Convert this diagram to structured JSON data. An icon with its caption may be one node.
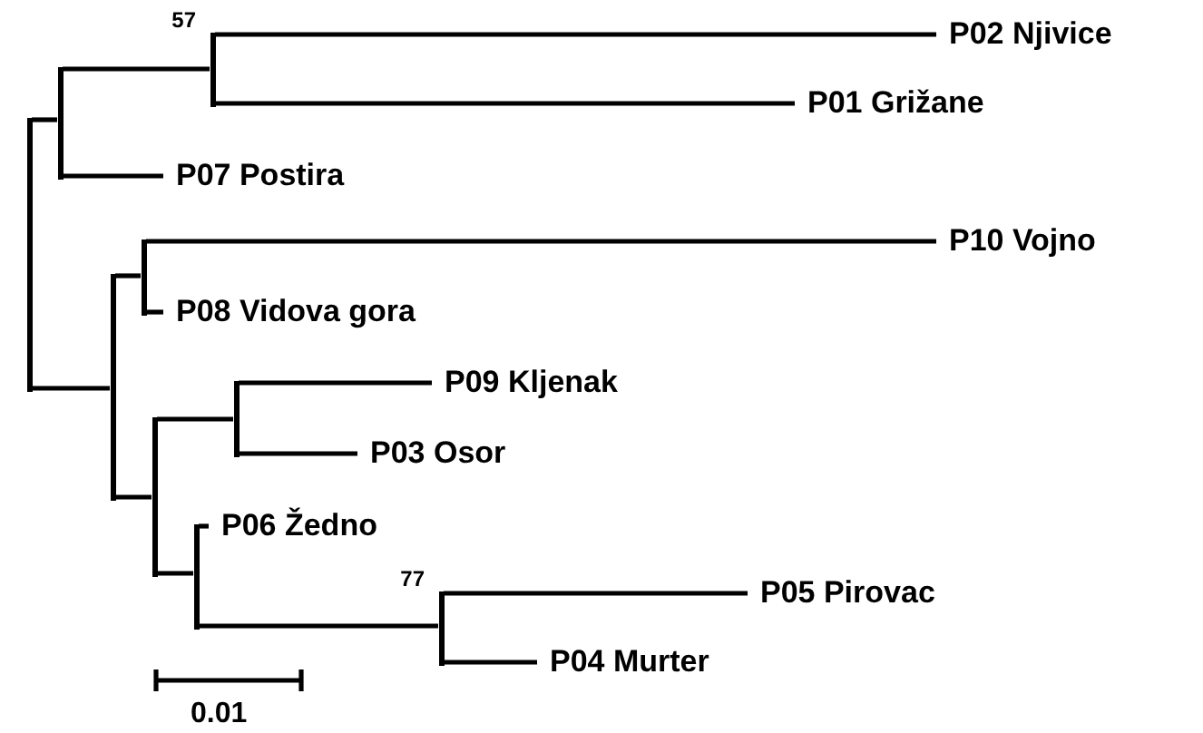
{
  "diagram": {
    "nodes": [
      {
        "text": [],
        "shape": "bar"
      },
      {
        "text": [],
        "shape": "bar"
      },
      {
        "text": [],
        "shape": "bar",
        "beside": [
          "57"
        ]
      },
      {
        "text": [
          "P02 Njivice"
        ]
      },
      {
        "text": [
          "P01 Grižane"
        ]
      },
      {
        "text": [
          "P07 Postira"
        ]
      },
      {
        "text": [],
        "shape": "bar"
      },
      {
        "text": [],
        "shape": "bar"
      },
      {
        "text": [
          "P10 Vojno"
        ]
      },
      {
        "text": [
          "P08 Vidova gora"
        ]
      },
      {
        "text": [],
        "shape": "bar"
      },
      {
        "text": [],
        "shape": "bar"
      },
      {
        "text": [
          "P09 Kljenak"
        ]
      },
      {
        "text": [
          "P03 Osor"
        ]
      },
      {
        "text": [],
        "shape": "bar"
      },
      {
        "text": [
          "P06 Žedno"
        ]
      },
      {
        "text": [],
        "shape": "bar",
        "beside": [
          "77"
        ]
      },
      {
        "text": [
          "P05 Pirovac"
        ]
      },
      {
        "text": [
          "P04 Murter"
        ]
      }
    ],
    "edges": [
      {
        "from": 0,
        "to": 1,
        "arrow": "none"
      },
      {
        "from": 0,
        "to": 6,
        "arrow": "none"
      },
      {
        "from": 1,
        "to": 2,
        "arrow": "none"
      },
      {
        "from": 1,
        "to": 5,
        "arrow": "none"
      },
      {
        "from": 2,
        "to": 3,
        "arrow": "none"
      },
      {
        "from": 2,
        "to": 4,
        "arrow": "none"
      },
      {
        "from": 6,
        "to": 7,
        "arrow": "none"
      },
      {
        "from": 6,
        "to": 10,
        "arrow": "none"
      },
      {
        "from": 7,
        "to": 8,
        "arrow": "none"
      },
      {
        "from": 7,
        "to": 9,
        "arrow": "none"
      },
      {
        "from": 10,
        "to": 11,
        "arrow": "none"
      },
      {
        "from": 10,
        "to": 14,
        "arrow": "none"
      },
      {
        "from": 11,
        "to": 12,
        "arrow": "none"
      },
      {
        "from": 11,
        "to": 13,
        "arrow": "none"
      },
      {
        "from": 14,
        "to": 15,
        "arrow": "none"
      },
      {
        "from": 14,
        "to": 16,
        "arrow": "none"
      },
      {
        "from": 16,
        "to": 17,
        "arrow": "none"
      },
      {
        "from": 16,
        "to": 18,
        "arrow": "none"
      }
    ],
    "labels": [
      "0.01"
    ]
  }
}
